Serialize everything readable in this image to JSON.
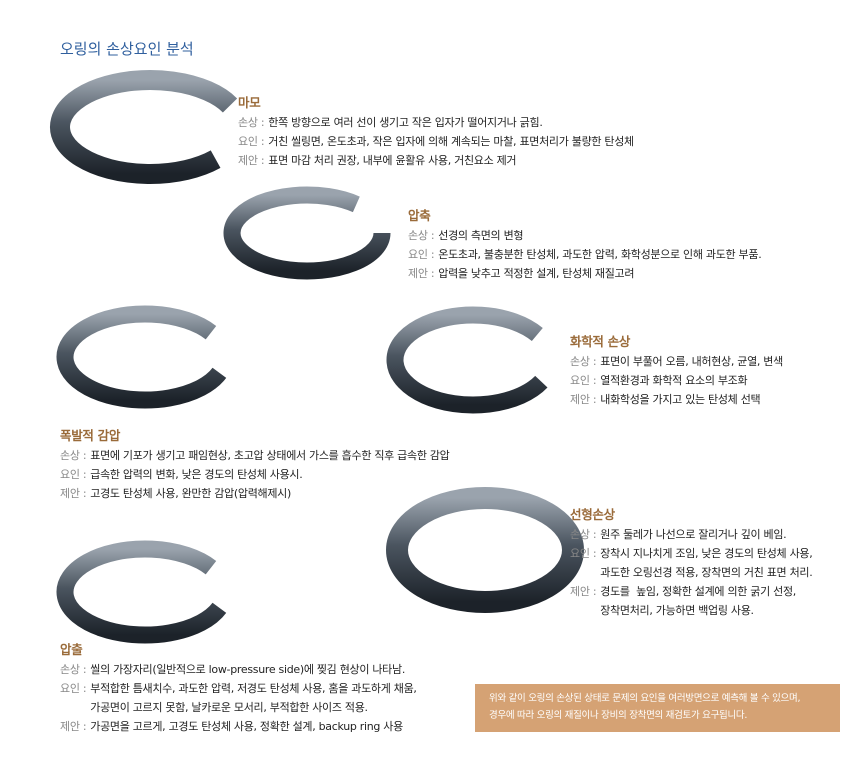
{
  "title": "오링의 손상요인 분석",
  "colors": {
    "title": "#2f5f9e",
    "heading": "#9a6b3a",
    "note_bg": "#d5a274"
  },
  "labels": {
    "damage": "손상 :",
    "cause": "요인 :",
    "suggest": "제안 :"
  },
  "sections": [
    {
      "heading": "마모",
      "damage": [
        "한쪽 방향으로 여러 선이 생기고 작은 입자가 떨어지거나 긁힘."
      ],
      "cause": [
        "거친 씰링면, 온도초과, 작은 입자에 의해 계속되는 마찰, 표면처리가 불량한 탄성체"
      ],
      "suggest": [
        "표면 마감 처리 권장, 내부에 윤활유 사용, 거친요소 제거"
      ]
    },
    {
      "heading": "압축",
      "damage": [
        "선경의 측면의 변형"
      ],
      "cause": [
        "온도초과, 불충분한 탄성체, 과도한 압력, 화학성분으로 인해 과도한 부품."
      ],
      "suggest": [
        "압력을 낮추고 적정한 설계, 탄성체 재질고려"
      ]
    },
    {
      "heading": "화학적 손상",
      "damage": [
        "표면이 부풀어 오름, 내허현상, 균열, 변색"
      ],
      "cause": [
        "열적환경과 화학적 요소의 부조화"
      ],
      "suggest": [
        "내화학성을 가지고 있는 탄성체 선택"
      ]
    },
    {
      "heading": "폭발적 감압",
      "damage": [
        "표면에 기포가 생기고 패임현상, 초고압 상태에서 가스를 흡수한 직후 급속한 감압"
      ],
      "cause": [
        "급속한 압력의 변화, 낮은 경도의 탄성체 사용시."
      ],
      "suggest": [
        "고경도 탄성체 사용, 완만한 감압(압력해제시)"
      ]
    },
    {
      "heading": "선형손상",
      "damage": [
        "원주 둘레가 나선으로 잘리거나 깊이 베임."
      ],
      "cause": [
        "장착시 지나치게 조임, 낮은 경도의 탄성체 사용,",
        "과도한 오링선경 적용, 장착면의 거친 표면 처리."
      ],
      "suggest": [
        "경도를  높임, 정확한 설계에 의한 굵기 선정,",
        "장착면처리, 가능하면 백업링 사용."
      ]
    },
    {
      "heading": "압출",
      "damage": [
        "씰의 가장자리(일반적으로 low-pressure side)에 찢김 현상이 나타남."
      ],
      "cause": [
        "부적합한 틈새치수, 과도한 압력, 저경도 탄성체 사용, 홈을 과도하게 채움,",
        "가공면이 고르지 못함, 날카로운 모서리, 부적합한 사이즈 적용."
      ],
      "suggest": [
        "가공면을 고르게, 고경도 탄성체 사용, 정확한 설계, backup ring 사용"
      ]
    }
  ],
  "note": [
    "위와 같이 오링의 손상된 상태로 문제의 요인을 여러방면으로 예측해 볼 수 있으며,",
    "경우에 따라 오링의 재질이나 장비의 장착면의 재검토가 요구됩니다."
  ]
}
